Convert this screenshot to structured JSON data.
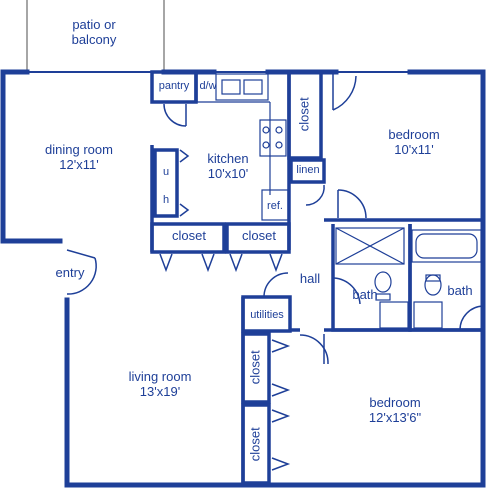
{
  "colors": {
    "wall": "#1e3f98",
    "line": "#1e3f98",
    "background": "#ffffff",
    "thin": "#6a6a6a"
  },
  "rooms": {
    "patio": {
      "line1": "patio or",
      "line2": "balcony"
    },
    "dining": {
      "name": "dining room",
      "size": "12'x11'"
    },
    "kitchen": {
      "name": "kitchen",
      "size": "10'x10'"
    },
    "bedroom1": {
      "name": "bedroom",
      "size": "10'x11'"
    },
    "living": {
      "name": "living room",
      "size": "13'x19'"
    },
    "bedroom2": {
      "name": "bedroom",
      "size": "12'x13'6\""
    },
    "entry": "entry",
    "hall": "hall",
    "bath1": "bath",
    "bath2": "bath",
    "utilities": "utilities",
    "linen": "linen"
  },
  "closets": {
    "kitchen_left": "closet",
    "kitchen_right": "closet",
    "bedroom1": "closet",
    "bedroom2_top": "closet",
    "bedroom2_bottom": "closet"
  },
  "appliances": {
    "pantry": "pantry",
    "dishwasher": "d/w",
    "refrigerator": "ref.",
    "washer": "h",
    "dryer": "u"
  }
}
